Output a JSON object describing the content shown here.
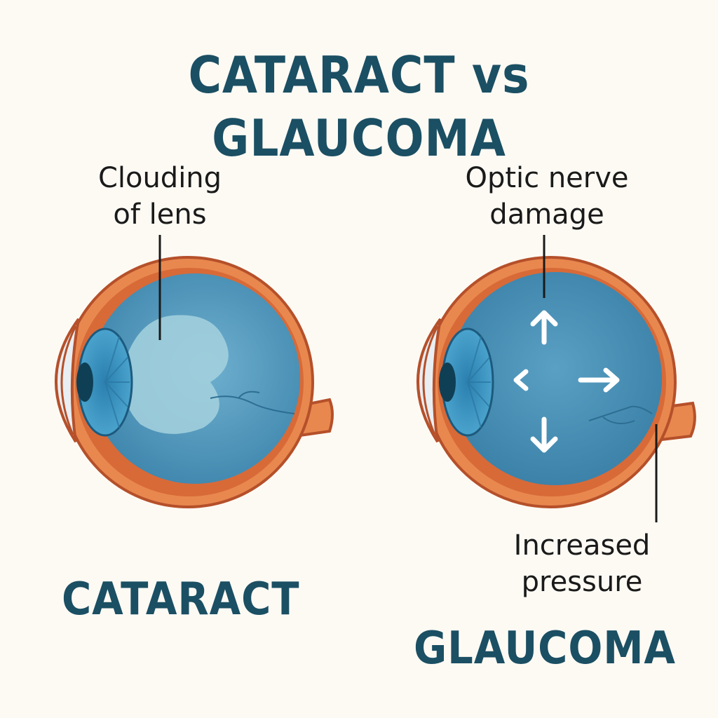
{
  "title": "CATARACT vs GLAUCOMA",
  "cataract": {
    "label_line1": "Clouding",
    "label_line2": "of lens",
    "caption": "CATARACT"
  },
  "glaucoma": {
    "label_top_line1": "Optic nerve",
    "label_top_line2": "damage",
    "label_bottom_line1": "Increased",
    "label_bottom_line2": "pressure",
    "caption": "GLAUCOMA"
  },
  "colors": {
    "title": "#1b4f63",
    "background": "#fdfaf4",
    "eye_outer": "#e8884f",
    "eye_outline": "#b5502a",
    "vitreous": "#4b94b8",
    "lens_cloud": "#9ccad8",
    "iris": "#3a8fba",
    "pupil": "#0f3f55"
  }
}
